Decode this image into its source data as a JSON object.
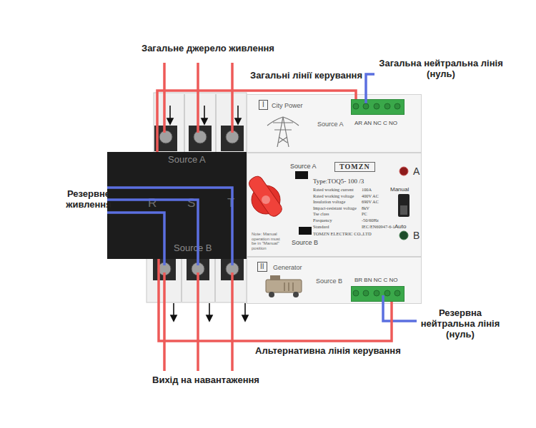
{
  "diagram": {
    "nodes": [
      {
        "text": [
          "I",
          "City Power",
          "Source A"
        ]
      },
      {
        "text": [
          "AR AN NC C NO"
        ],
        "in": 0
      },
      {
        "text": [
          "Source A",
          "R",
          "S",
          "T",
          "Source B"
        ]
      },
      {
        "text": [
          "Source A",
          "Source B",
          "Note: Manual operation must be in \"Manual\" position"
        ]
      },
      {
        "text": [
          "TOMZN",
          "Type:TOQ5- 100 /3",
          "Rated working current",
          "100A",
          "Rated working voltage",
          "400V AC",
          "Insulation voltage",
          "690V AC",
          "Impact-resistant voltage",
          "8kV",
          "Tse class",
          "PC",
          "Frequency",
          "-50/60Hz",
          "Standard",
          "IEC/EN60947-6-1",
          "TOMZN ELECTRIC CO.,LTD"
        ],
        "in": 3
      },
      {
        "text": [
          "Manual",
          "Auto"
        ],
        "in": 3
      },
      {
        "text": [
          "II",
          "Generator",
          "Source B"
        ]
      },
      {
        "text": [
          "BR BN NC C NO"
        ],
        "in": 6
      }
    ],
    "edges": [
      {
        "from": 2,
        "to": 1,
        "arrow": "none",
        "label": "Загальні лінії керування"
      },
      {
        "from": 2,
        "to": 7,
        "arrow": "none",
        "label": "Альтернативна лінія керування"
      }
    ],
    "labels": [
      "Загальне джерело живлення",
      "Загальна нейтральна лінія (нуль)",
      "Резервне живлення",
      "A",
      "B",
      "Резервна нейтральна лінія (нуль)",
      "Вихід на навантаження"
    ]
  }
}
